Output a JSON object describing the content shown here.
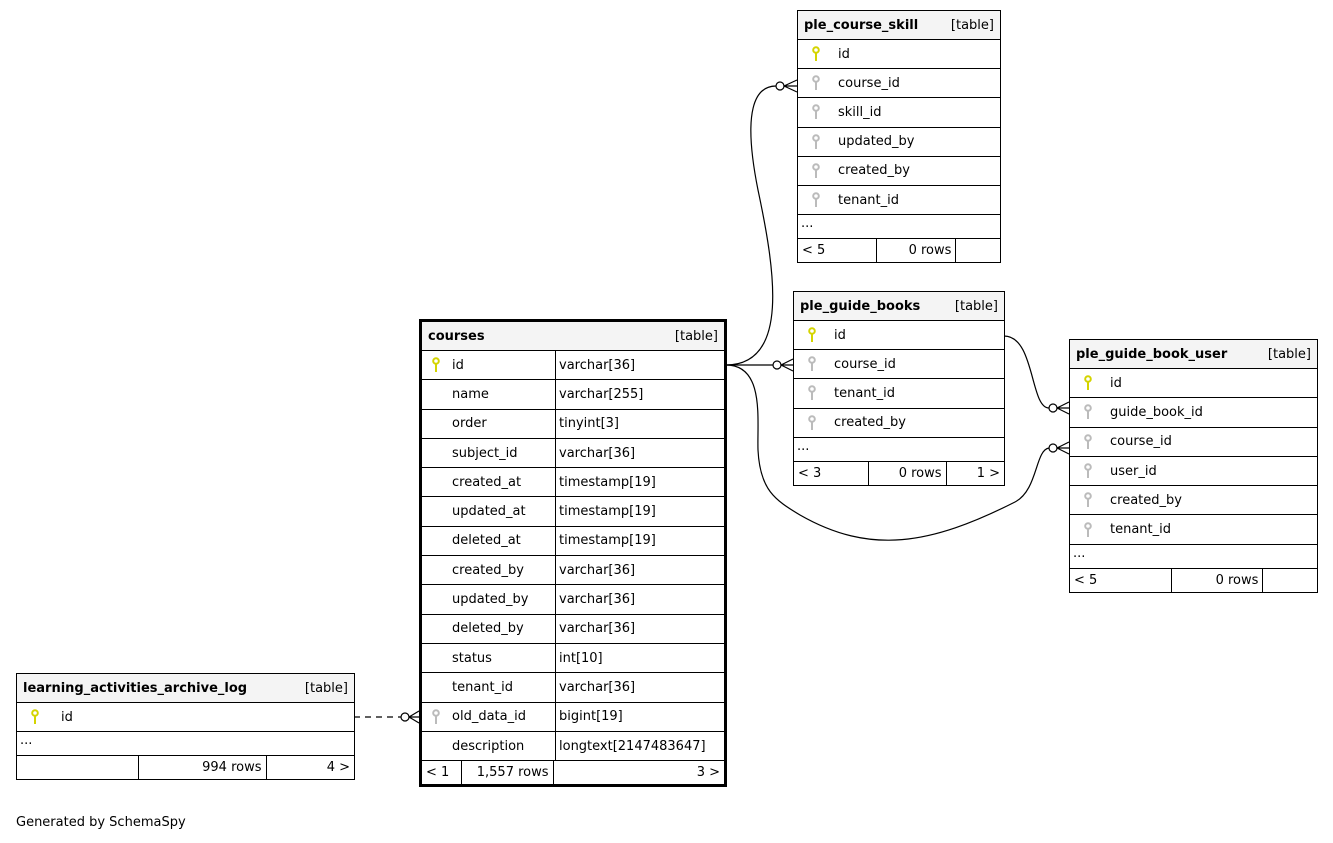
{
  "colors": {
    "pk": "#d4d400",
    "fk": "#bbbbbb"
  },
  "tables": [
    {
      "id": "ple_course_skill",
      "name": "ple_course_skill",
      "type": "[table]",
      "more": "...",
      "columns": [
        {
          "name": "id",
          "key": "pk"
        },
        {
          "name": "course_id",
          "key": "fk"
        },
        {
          "name": "skill_id",
          "key": "fk"
        },
        {
          "name": "updated_by",
          "key": "fk"
        },
        {
          "name": "created_by",
          "key": "fk"
        },
        {
          "name": "tenant_id",
          "key": "fk"
        }
      ],
      "footer": [
        "< 5",
        "0 rows",
        ""
      ]
    },
    {
      "id": "ple_guide_books",
      "name": "ple_guide_books",
      "type": "[table]",
      "more": "...",
      "columns": [
        {
          "name": "id",
          "key": "pk"
        },
        {
          "name": "course_id",
          "key": "fk"
        },
        {
          "name": "tenant_id",
          "key": "fk"
        },
        {
          "name": "created_by",
          "key": "fk"
        }
      ],
      "footer": [
        "< 3",
        "0 rows",
        "1 >"
      ]
    },
    {
      "id": "ple_guide_book_user",
      "name": "ple_guide_book_user",
      "type": "[table]",
      "more": "...",
      "columns": [
        {
          "name": "id",
          "key": "pk"
        },
        {
          "name": "guide_book_id",
          "key": "fk"
        },
        {
          "name": "course_id",
          "key": "fk"
        },
        {
          "name": "user_id",
          "key": "fk"
        },
        {
          "name": "created_by",
          "key": "fk"
        },
        {
          "name": "tenant_id",
          "key": "fk"
        }
      ],
      "footer": [
        "< 5",
        "0 rows",
        ""
      ]
    },
    {
      "id": "courses",
      "name": "courses",
      "type": "[table]",
      "focus": true,
      "columns": [
        {
          "name": "id",
          "key": "pk",
          "type": "varchar[36]"
        },
        {
          "name": "name",
          "key": "",
          "type": "varchar[255]"
        },
        {
          "name": "order",
          "key": "",
          "type": "tinyint[3]"
        },
        {
          "name": "subject_id",
          "key": "",
          "type": "varchar[36]"
        },
        {
          "name": "created_at",
          "key": "",
          "type": "timestamp[19]"
        },
        {
          "name": "updated_at",
          "key": "",
          "type": "timestamp[19]"
        },
        {
          "name": "deleted_at",
          "key": "",
          "type": "timestamp[19]"
        },
        {
          "name": "created_by",
          "key": "",
          "type": "varchar[36]"
        },
        {
          "name": "updated_by",
          "key": "",
          "type": "varchar[36]"
        },
        {
          "name": "deleted_by",
          "key": "",
          "type": "varchar[36]"
        },
        {
          "name": "status",
          "key": "",
          "type": "int[10]"
        },
        {
          "name": "tenant_id",
          "key": "",
          "type": "varchar[36]"
        },
        {
          "name": "old_data_id",
          "key": "fk",
          "type": "bigint[19]"
        },
        {
          "name": "description",
          "key": "",
          "type": "longtext[2147483647]"
        }
      ],
      "footer": [
        "< 1",
        "1,557 rows",
        "3 >"
      ]
    },
    {
      "id": "learning_activities_archive_log",
      "name": "learning_activities_archive_log",
      "type": "[table]",
      "more": "...",
      "columns": [
        {
          "name": "id",
          "key": "pk"
        }
      ],
      "footer": [
        "",
        "994 rows",
        "4 >"
      ]
    }
  ],
  "generated_by": "Generated by SchemaSpy"
}
